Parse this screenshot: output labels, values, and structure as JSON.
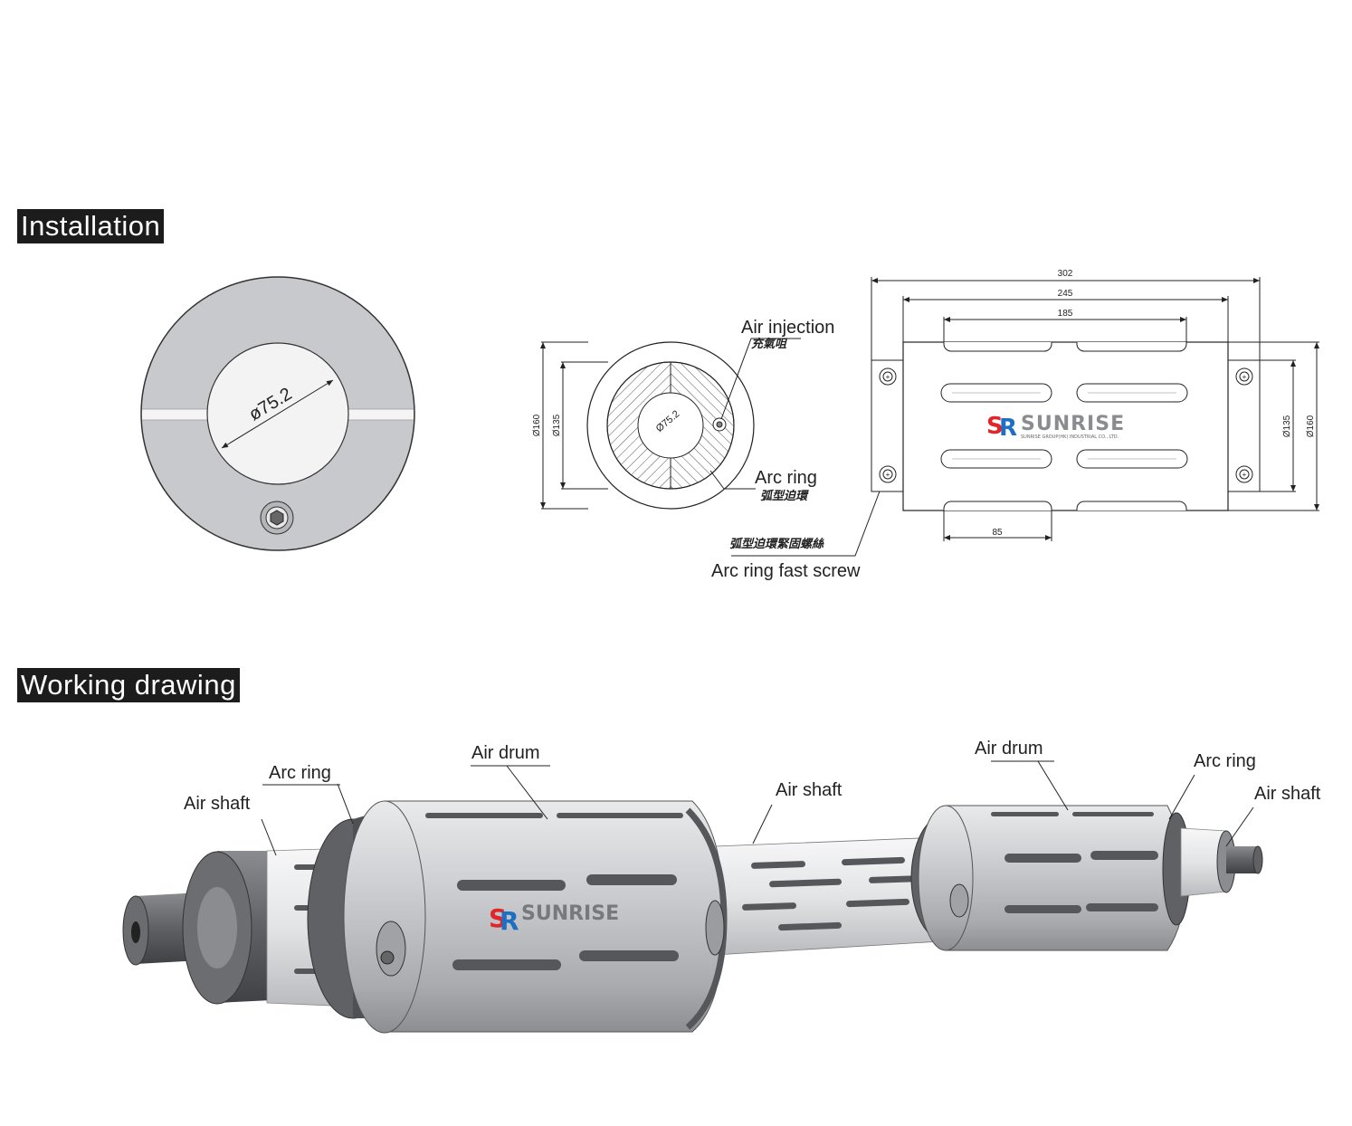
{
  "sections": {
    "installation": "Installation",
    "working": "Working drawing"
  },
  "end_view": {
    "diameter": "ø75.2"
  },
  "section_view": {
    "dim_outer": "Ø160",
    "dim_inner": "Ø135",
    "dim_bore": "Ø75.2",
    "air_injection": "Air injection",
    "air_injection_cn": "充氣咀",
    "arc_ring": "Arc ring",
    "arc_ring_cn": "弧型迫環",
    "fast_screw_cn": "弧型迫環緊固螺絲",
    "fast_screw": "Arc ring fast screw"
  },
  "side_view": {
    "dim_302": "302",
    "dim_245": "245",
    "dim_185": "185",
    "dim_85": "85",
    "dim_135": "Ø135",
    "dim_160": "Ø160",
    "brand": "SUNRISE",
    "brand_sub": "SUNRISE GROUP(HK) INDUSTRIAL CO., LTD."
  },
  "working": {
    "air_shaft_left": "Air shaft",
    "arc_ring_left": "Arc ring",
    "air_drum_left": "Air drum",
    "air_shaft_mid": "Air shaft",
    "air_drum_right": "Air drum",
    "arc_ring_right": "Arc ring",
    "air_shaft_right": "Air shaft",
    "brand": "SUNRISE"
  },
  "colors": {
    "body_gray": "#c8c9cc",
    "dark_gray": "#5a5c60",
    "brand_red": "#e0262b",
    "brand_blue": "#1d6fc4"
  }
}
